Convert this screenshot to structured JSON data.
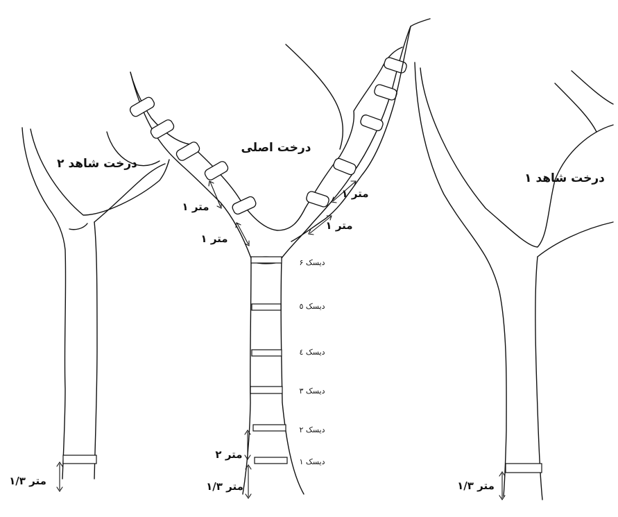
{
  "trees": {
    "main": "درخت اصلی",
    "witness_1": "درخت شاهد ۱",
    "witness_2": "درخت شاهد ۲"
  },
  "discs": [
    "دیسک ۶",
    "دیسک ٥",
    "دیسک ٤",
    "دیسک ۳",
    "دیسک ۲",
    "دیسک ۱"
  ],
  "distances": {
    "one_meter": "۱ متر",
    "two_meter": "۲ متر",
    "base_height": "۱/۳ متر"
  }
}
